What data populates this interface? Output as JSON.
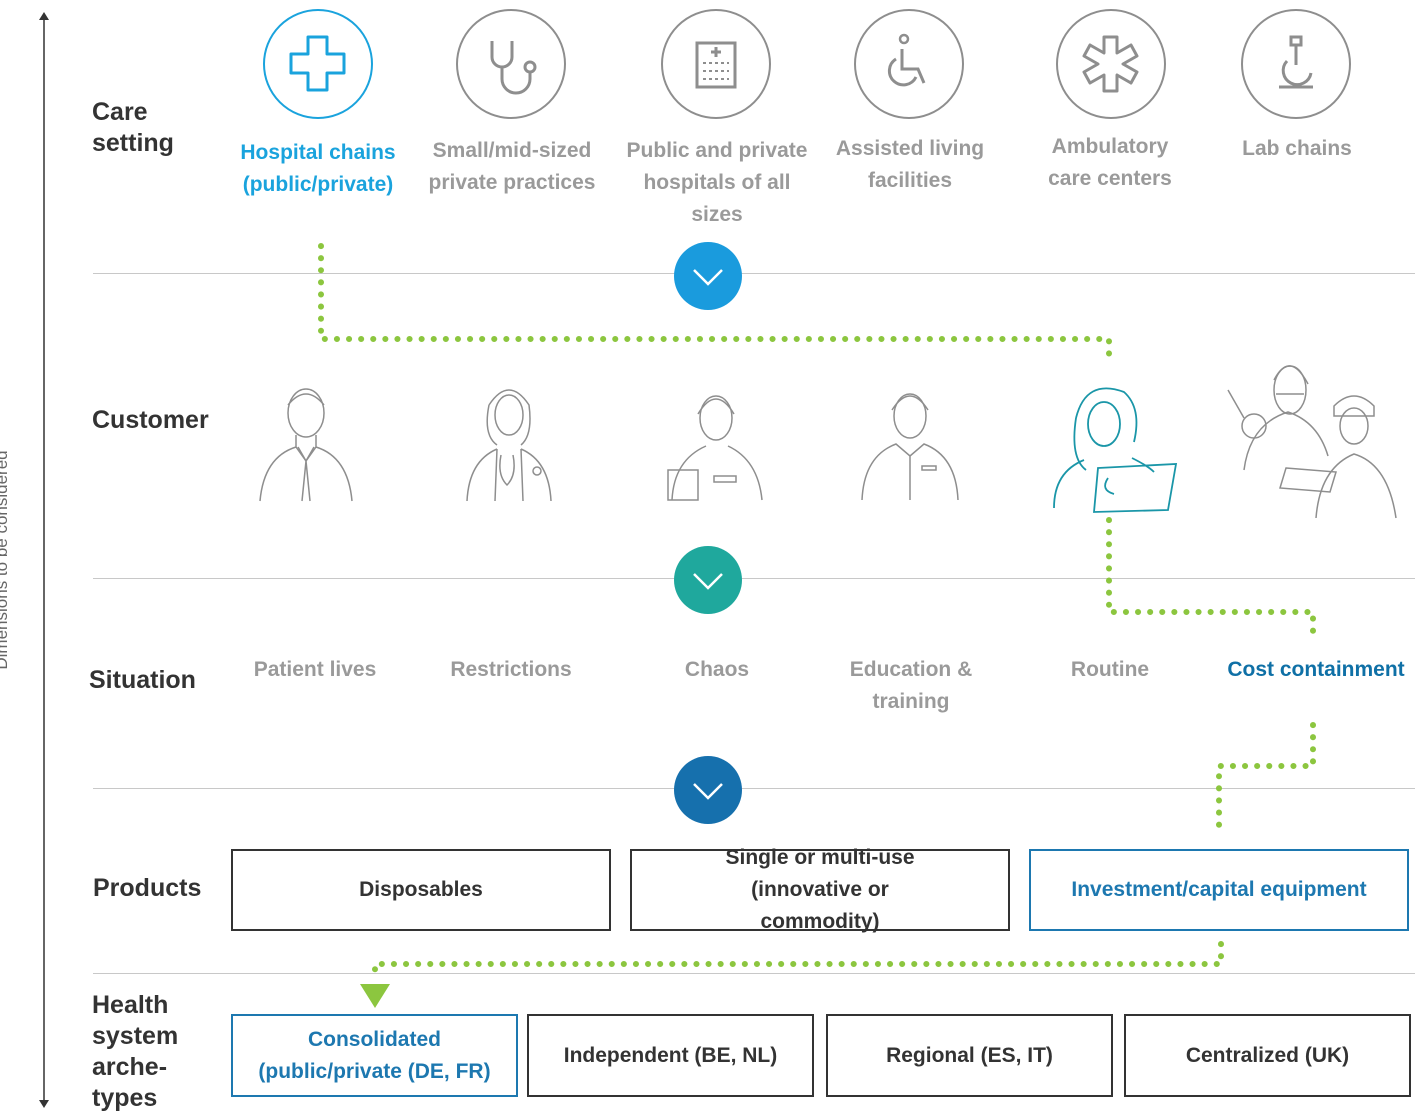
{
  "axis_label": "Dimensions to be considered",
  "rows": {
    "care_setting": "Care setting",
    "customer": "Customer",
    "situation": "Situation",
    "products": "Products",
    "health_system": "Health system arche-types"
  },
  "care_settings": [
    {
      "label": "Hospital chains (public/private)",
      "icon": "cross-icon",
      "selected": true
    },
    {
      "label": "Small/mid-sized private practices",
      "icon": "stethoscope-icon",
      "selected": false
    },
    {
      "label": "Public and private hospitals of all sizes",
      "icon": "hospital-building-icon",
      "selected": false
    },
    {
      "label": "Assisted living facilities",
      "icon": "wheelchair-icon",
      "selected": false
    },
    {
      "label": "Ambulatory care centers",
      "icon": "star-of-life-icon",
      "selected": false
    },
    {
      "label": "Lab chains",
      "icon": "microscope-icon",
      "selected": false
    }
  ],
  "customers": [
    {
      "name": "executive-figure",
      "selected": false
    },
    {
      "name": "physician-figure",
      "selected": false
    },
    {
      "name": "nurse-figure",
      "selected": false
    },
    {
      "name": "staff-figure",
      "selected": false
    },
    {
      "name": "procurement-figure",
      "selected": true
    },
    {
      "name": "lab-technicians-figure",
      "selected": false
    }
  ],
  "situations": [
    {
      "label": "Patient lives",
      "selected": false
    },
    {
      "label": "Restrictions",
      "selected": false
    },
    {
      "label": "Chaos",
      "selected": false
    },
    {
      "label": "Education & training",
      "selected": false
    },
    {
      "label": "Routine",
      "selected": false
    },
    {
      "label": "Cost containment",
      "selected": true
    }
  ],
  "products": [
    {
      "label": "Disposables",
      "selected": false
    },
    {
      "label": "Single or multi-use (innovative or commodity)",
      "selected": false
    },
    {
      "label": "Investment/capital equipment",
      "selected": true
    }
  ],
  "archetypes": [
    {
      "label": "Consolidated (public/private (DE, FR)",
      "selected": true
    },
    {
      "label": "Independent (BE, NL)",
      "selected": false
    },
    {
      "label": "Regional (ES, IT)",
      "selected": false
    },
    {
      "label": "Centralized (UK)",
      "selected": false
    }
  ],
  "colors": {
    "selected_blue": "#1aa3dd",
    "selected_dark_blue": "#1d78b0",
    "path_green": "#8cc63f",
    "chevron_1": "#1a9bdd",
    "chevron_2": "#1fa89d",
    "chevron_3": "#1670ad",
    "unselected_gray": "#9a9a9a"
  }
}
